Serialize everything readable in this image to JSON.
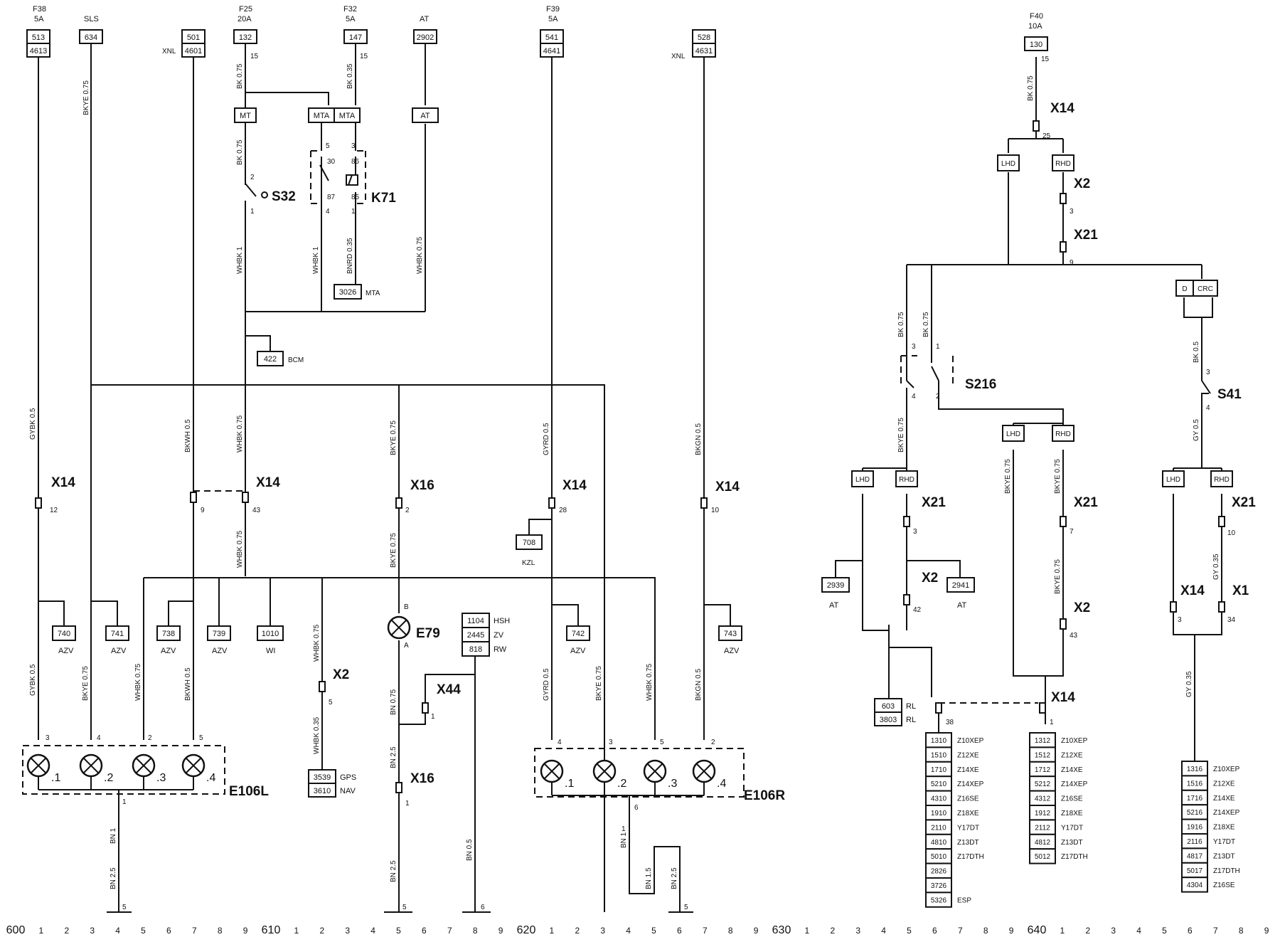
{
  "title": "",
  "fuses": {
    "f38": {
      "name": "F38",
      "amp": "5A"
    },
    "sls": {
      "name": "SLS"
    },
    "f25": {
      "name": "F25",
      "amp": "20A"
    },
    "f32": {
      "name": "F32",
      "amp": "5A"
    },
    "at": {
      "name": "AT"
    },
    "f39": {
      "name": "F39",
      "amp": "5A"
    },
    "f40": {
      "name": "F40",
      "amp": "10A"
    }
  },
  "boxes": {
    "b513": "513",
    "b4613": "4613",
    "b634": "634",
    "b501": "501",
    "b4601": "4601",
    "b132": "132",
    "b147": "147",
    "b2902": "2902",
    "b541": "541",
    "b4641": "4641",
    "b528": "528",
    "b4631": "4631",
    "b130": "130",
    "mt": "MT",
    "mta1": "MTA",
    "mta2": "MTA",
    "atbox": "AT",
    "b3026": "3026",
    "b422": "422",
    "b708": "708",
    "b740": "740",
    "b741": "741",
    "b738": "738",
    "b739": "739",
    "b1010": "1010",
    "b742": "742",
    "b743": "743",
    "b3539": "3539",
    "b3610": "3610",
    "b1104": "1104",
    "b2445": "2445",
    "b818": "818",
    "lhd1": "LHD",
    "rhd1": "RHD",
    "lhd2": "LHD",
    "rhd2": "RHD",
    "lhd3": "LHD",
    "rhd3": "RHD",
    "lhd4": "LHD",
    "rhd4": "RHD",
    "d": "D",
    "crc": "CRC",
    "b2939": "2939",
    "b2941": "2941",
    "b603": "603",
    "b3803": "3803"
  },
  "labels": {
    "xnl1": "XNL",
    "xnl2": "XNL",
    "mta_lbl": "MTA",
    "bcm": "BCM",
    "kzl": "KZL",
    "azv1": "AZV",
    "azv2": "AZV",
    "azv3": "AZV",
    "azv4": "AZV",
    "azv5": "AZV",
    "azv6": "AZV",
    "wi": "WI",
    "gps": "GPS",
    "nav": "NAV",
    "hsh": "HSH",
    "zv": "ZV",
    "rw": "RW",
    "at1": "AT",
    "at2": "AT",
    "rl1": "RL",
    "rl2": "RL"
  },
  "wires": {
    "gybk05a": "GYBK 0.5",
    "bkye075a": "BKYE 0.75",
    "bk075a": "BK 0.75",
    "bk035": "BK 0.35",
    "bk075b": "BK 0.75",
    "whbk1a": "WHBK 1",
    "whbk1b": "WHBK 1",
    "bnrd035": "BNRD 0.35",
    "whbk075a": "WHBK 0.75",
    "bkwh05a": "BKWH 0.5",
    "whbk075b": "WHBK 0.75",
    "bkye075b": "BKYE 0.75",
    "gyrd05a": "GYRD 0.5",
    "bkgn05a": "BKGN 0.5",
    "whbk075c": "WHBK 0.75",
    "bkye075c": "BKYE 0.75",
    "gybk05b": "GYBK 0.5",
    "bkye075d": "BKYE 0.75",
    "whbk075d": "WHBK 0.75",
    "bkwh05b": "BKWH 0.5",
    "whbk075e": "WHBK 0.75",
    "whbk035": "WHBK 0.35",
    "bn075": "BN 0.75",
    "bn25a": "BN 2.5",
    "gyrd05b": "GYRD 0.5",
    "bkye075e": "BKYE 0.75",
    "whbk075f": "WHBK 0.75",
    "bkgn05b": "BKGN 0.5",
    "bn1a": "BN 1",
    "bn25b": "BN 2.5",
    "bn25c": "BN 2.5",
    "bn05": "BN 0.5",
    "bn1b": "BN 1",
    "bn15": "BN 1.5",
    "bn25d": "BN 2.5",
    "bk075c": "BK 0.75",
    "bk075d": "BK 0.75",
    "bk075e": "BK 0.75",
    "bk05": "BK 0.5",
    "bkye075f": "BKYE 0.75",
    "bkye075g": "BKYE 0.75",
    "bkye075h": "BKYE 0.75",
    "bkye075i": "BKYE 0.75",
    "gy05": "GY 0.5",
    "gy035a": "GY 0.35",
    "gy035b": "GY 0.35"
  },
  "connectors": {
    "x14a": "X14",
    "x14b": "X14",
    "x16a": "X16",
    "x14c": "X14",
    "x14d": "X14",
    "x14e": "X14",
    "x2a": "X2",
    "x21a": "X21",
    "x21b": "X21",
    "x21c": "X21",
    "x21d": "X21",
    "x2b": "X2",
    "x2c": "X2",
    "x14f": "X14",
    "x1": "X1",
    "x14g": "X14",
    "x2d": "X2",
    "x44": "X44",
    "x16b": "X16"
  },
  "components": {
    "s32": "S32",
    "k71": "K71",
    "e79": "E79",
    "e106l": "E106L",
    "e106r": "E106R",
    "s216": "S216",
    "s41": "S41"
  },
  "pins": {
    "p15a": "15",
    "p15b": "15",
    "p15c": "15",
    "p2": "2",
    "p1": "1",
    "p5": "5",
    "p3": "3",
    "p30": "30",
    "p86": "86",
    "p87": "87",
    "p85": "85",
    "p4": "4",
    "p1b": "1",
    "p12": "12",
    "p9": "9",
    "p43": "43",
    "p2b": "2",
    "p28": "28",
    "p10": "10",
    "e106l_3": "3",
    "e106l_4": "4",
    "e106l_2": "2",
    "e106l_5": "5",
    "e106l_1": "1",
    "e106r_4": "4",
    "e106r_3": "3",
    "e106r_5": "5",
    "e106r_2": "2",
    "e106r_6": "6",
    "px2a": "5",
    "pe79b": "B",
    "pe79a": "A",
    "px44": "1",
    "px16b": "1",
    "gnd5a": "5",
    "gnd5b": "5",
    "gnd6a": "6",
    "gnd5c": "5",
    "bn1b_pin": "1",
    "px14g": "25",
    "px2top": "3",
    "px21top": "9",
    "ps216_3": "3",
    "ps216_1": "1",
    "ps216_4": "4",
    "ps216_2": "2",
    "ps41_3": "3",
    "ps41_4": "4",
    "px21a": "3",
    "px2b": "42",
    "px21b": "7",
    "px2c": "43",
    "px21c": "10",
    "px14e": "3",
    "px1": "34",
    "px14f_38": "38",
    "px14f_1": "1"
  },
  "lamps": {
    "l1": ".1",
    "l2": ".2",
    "l3": ".3",
    "l4": ".4",
    "r1": ".1",
    "r2": ".2",
    "r3": ".3",
    "r4": ".4"
  },
  "tables": {
    "t1": [
      [
        "1310",
        "Z10XEP"
      ],
      [
        "1510",
        "Z12XE"
      ],
      [
        "1710",
        "Z14XE"
      ],
      [
        "5210",
        "Z14XEP"
      ],
      [
        "4310",
        "Z16SE"
      ],
      [
        "1910",
        "Z18XE"
      ],
      [
        "2110",
        "Y17DT"
      ],
      [
        "4810",
        "Z13DT"
      ],
      [
        "5010",
        "Z17DTH"
      ],
      [
        "2826",
        ""
      ],
      [
        "3726",
        ""
      ],
      [
        "5326",
        "ESP"
      ]
    ],
    "t2": [
      [
        "1312",
        "Z10XEP"
      ],
      [
        "1512",
        "Z12XE"
      ],
      [
        "1712",
        "Z14XE"
      ],
      [
        "5212",
        "Z14XEP"
      ],
      [
        "4312",
        "Z16SE"
      ],
      [
        "1912",
        "Z18XE"
      ],
      [
        "2112",
        "Y17DT"
      ],
      [
        "4812",
        "Z13DT"
      ],
      [
        "5012",
        "Z17DTH"
      ]
    ],
    "t3": [
      [
        "1316",
        "Z10XEP"
      ],
      [
        "1516",
        "Z12XE"
      ],
      [
        "1716",
        "Z14XE"
      ],
      [
        "5216",
        "Z14XEP"
      ],
      [
        "1916",
        "Z18XE"
      ],
      [
        "2116",
        "Y17DT"
      ],
      [
        "4817",
        "Z13DT"
      ],
      [
        "5017",
        "Z17DTH"
      ],
      [
        "4304",
        "Z16SE"
      ]
    ]
  },
  "ruler": [
    "600",
    "1",
    "2",
    "3",
    "4",
    "5",
    "6",
    "7",
    "8",
    "9",
    "610",
    "1",
    "2",
    "3",
    "4",
    "5",
    "6",
    "7",
    "8",
    "9",
    "620",
    "1",
    "2",
    "3",
    "4",
    "5",
    "6",
    "7",
    "8",
    "9",
    "630",
    "1",
    "2",
    "3",
    "4",
    "5",
    "6",
    "7",
    "8",
    "9",
    "640",
    "1",
    "2",
    "3",
    "4",
    "5",
    "6",
    "7",
    "8",
    "9"
  ]
}
